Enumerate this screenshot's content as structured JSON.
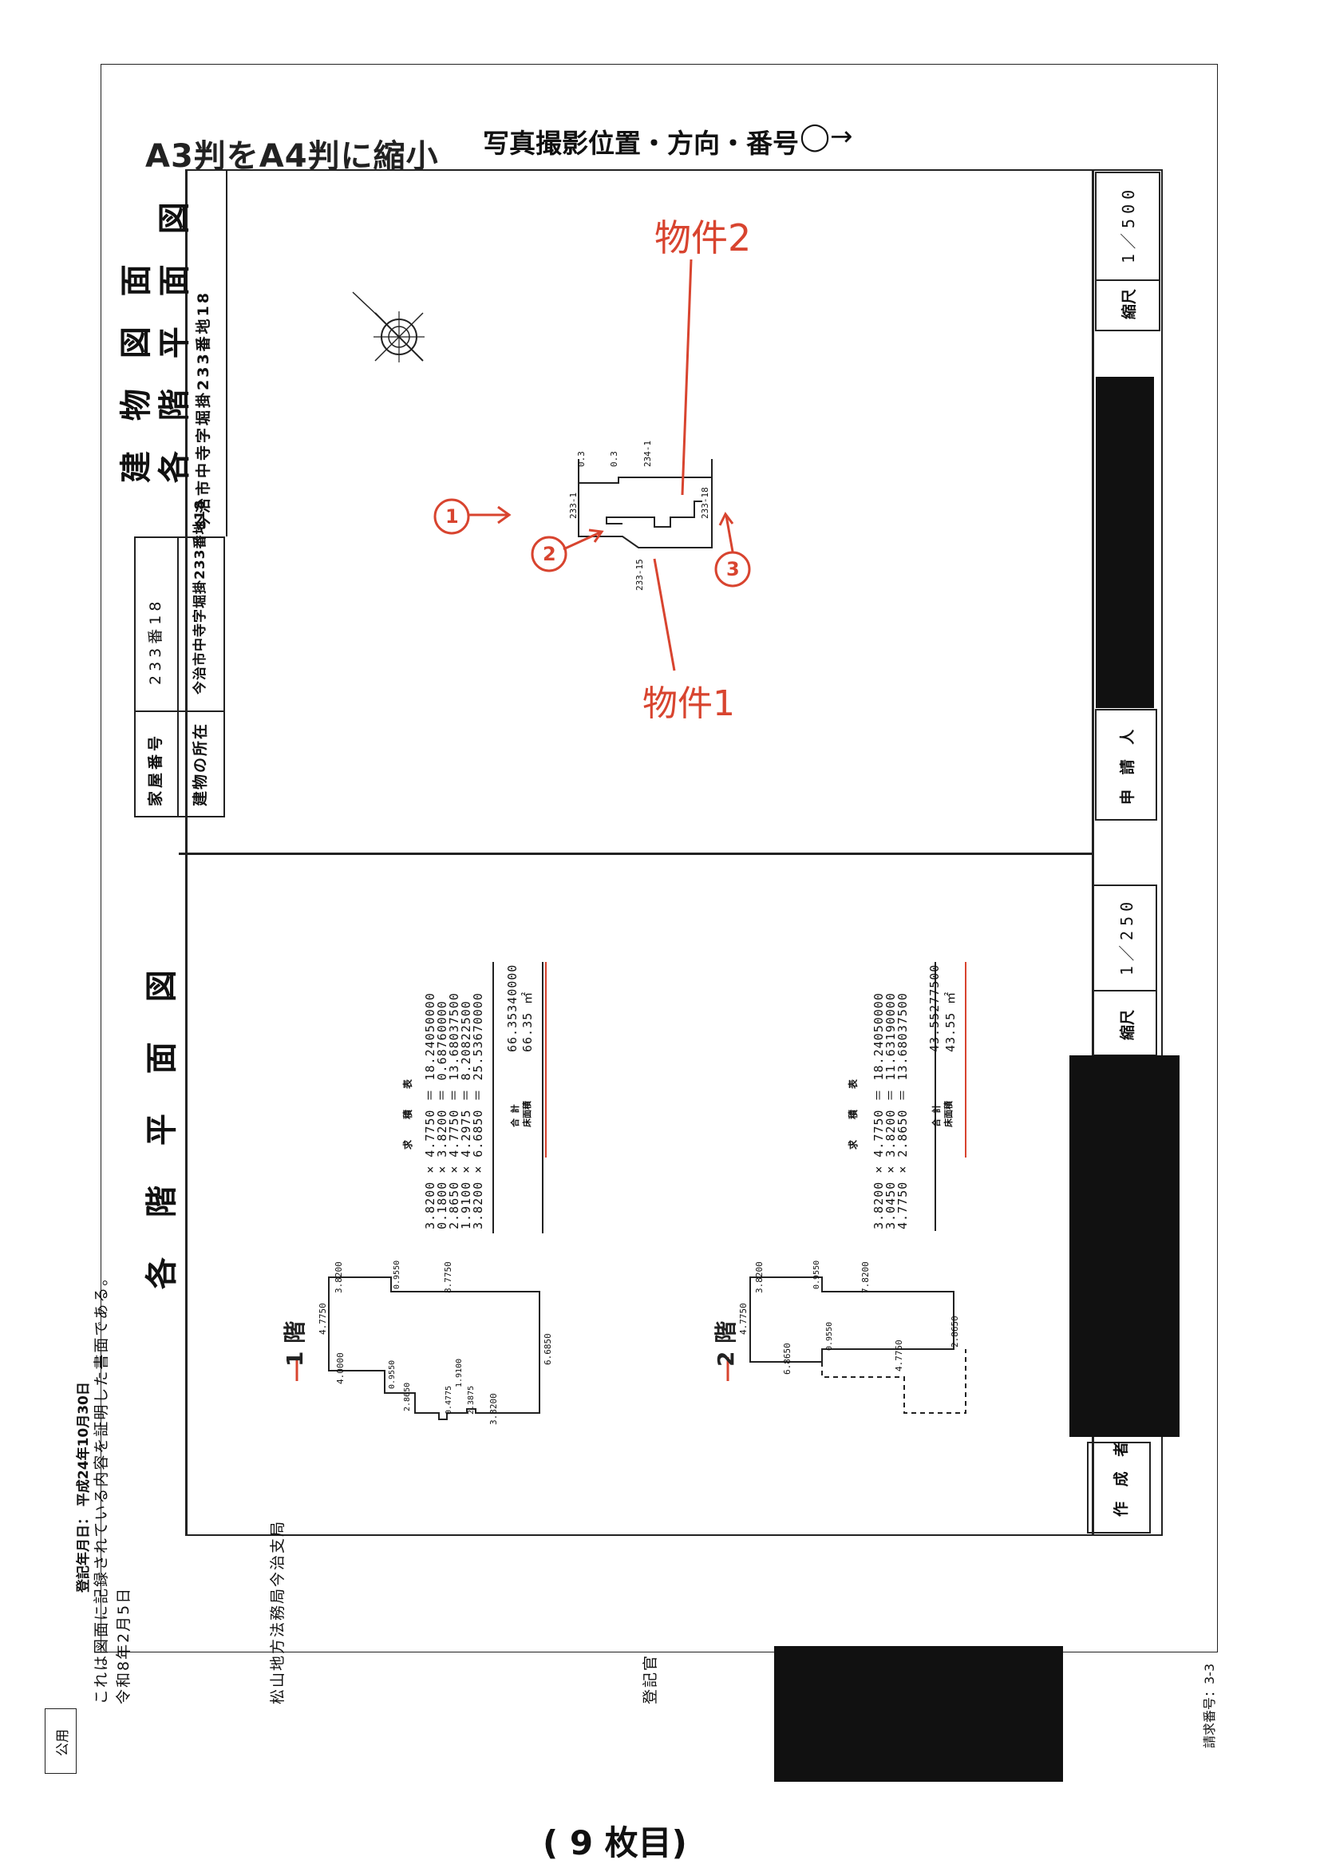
{
  "header": {
    "reduction_note": "A3判をA4判に縮小",
    "photo_note": "写真撮影位置・方向・番号",
    "photo_symbol": "◯→"
  },
  "title_block": {
    "title_line1": "建 物 図 面",
    "title_line2": "各 階 平 面 図",
    "house_number_label": "家屋番号",
    "house_number_value": "233番18",
    "location_label": "建物の所在",
    "location_value": "今治市中寺字堀掛233番地18",
    "address_inline": "今治市中寺字堀掛233番地18"
  },
  "floor_title": "各 階 平 面 図",
  "right_column": {
    "scale_label": "縮尺",
    "scale_top": "1／500",
    "scale_bottom": "1／250",
    "applicant_label": "申 請 人",
    "author_label": "作 成 者"
  },
  "site_plan": {
    "lot_labels": [
      "0.3",
      "0.3",
      "234-1",
      "233-1",
      "233-18",
      "233-15"
    ],
    "annotations": {
      "property2": "物件2",
      "property1": "物件1",
      "marker1": "1",
      "marker2": "2",
      "marker3": "3"
    }
  },
  "floor1": {
    "label": "1 階",
    "dims": [
      "3.8200",
      "0.9550",
      "8.7750",
      "4.7750",
      "4.0000",
      "0.9550",
      "2.8650",
      "0.4775",
      "1.9100",
      "2.3875",
      "6.6850",
      "3.8200"
    ],
    "calc_header": [
      "求",
      "積",
      "表"
    ],
    "rows": [
      "3.8200 × 4.7750 ＝  18.24050000",
      "0.1800 × 3.8200 ＝   0.68760000",
      "2.8650 × 4.7750 ＝  13.68037500",
      "1.9100 × 4.2975 ＝   8.20822500",
      "3.8200 × 6.6850 ＝  25.53670000"
    ],
    "total_label": "合 計",
    "total": "66.35340000",
    "floor_area_label": "床面積",
    "floor_area": "66.35 ㎡"
  },
  "floor2": {
    "label": "2 階",
    "dims": [
      "3.8200",
      "0.9550",
      "7.8200",
      "4.7750",
      "0.9550",
      "6.8650",
      "4.7750",
      "2.8650"
    ],
    "calc_header": [
      "求",
      "積",
      "表"
    ],
    "rows": [
      "3.8200 × 4.7750 ＝  18.24050000",
      "3.0450 × 3.8200 ＝  11.63190000",
      "4.7750 × 2.8650 ＝  13.68037500"
    ],
    "total_label": "合 計",
    "total": "43.55277500",
    "floor_area_label": "床面積",
    "floor_area": "43.55 ㎡"
  },
  "margin": {
    "registration_date": "登記年月日： 平成24年10月30日",
    "cert_line1": "これは図面に記録されている内容を証明した書面である。",
    "cert_date": "令和8年2月5日",
    "cert_office": "松山地方法務局今治支局",
    "registrar": "登記官",
    "public_stamp": "公用",
    "request_number": "請求番号：3-3"
  },
  "footer": {
    "page_count": "( 9 枚目)"
  }
}
